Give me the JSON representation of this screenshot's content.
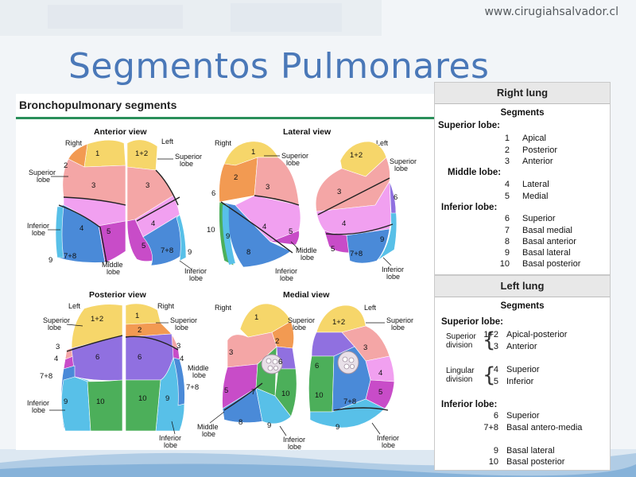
{
  "header": {
    "site_url": "www.cirugiahsalvador.cl",
    "title": "Segmentos Pulmonares"
  },
  "figure": {
    "heading": "Bronchopulmonary segments",
    "views": {
      "anterior": {
        "title": "Anterior view",
        "labels": {
          "right": "Right",
          "left": "Left",
          "superior_lobe_l1": "Superior",
          "superior_lobe_l2": "lobe",
          "superior_lobe_r1": "Superior",
          "superior_lobe_r2": "lobe",
          "inferior_lobe_l1": "Inferior",
          "inferior_lobe_l2": "lobe",
          "middle_lobe_1": "Middle",
          "middle_lobe_2": "lobe",
          "inferior_lobe_r1": "Inferior",
          "inferior_lobe_r2": "lobe"
        },
        "segments": [
          "1",
          "2",
          "3",
          "4",
          "5",
          "7+8",
          "9",
          "1+2",
          "3",
          "4",
          "5",
          "7+8",
          "9"
        ]
      },
      "lateral": {
        "title": "Lateral view",
        "labels": {
          "right": "Right",
          "left": "Left",
          "superior_1": "Superior",
          "superior_2": "lobe",
          "superior_r1": "Superior",
          "superior_r2": "lobe",
          "middle_1": "Middle",
          "middle_2": "lobe",
          "inferior_1": "Inferior",
          "inferior_2": "lobe",
          "inferior_r1": "Inferior",
          "inferior_r2": "lobe"
        },
        "segments": [
          "1",
          "2",
          "3",
          "4",
          "5",
          "6",
          "8",
          "9",
          "10",
          "1+2",
          "3",
          "4",
          "5",
          "6",
          "7+8",
          "9"
        ]
      },
      "posterior": {
        "title": "Posterior view",
        "labels": {
          "left": "Left",
          "right": "Right",
          "superior_1": "Superior",
          "superior_2": "lobe",
          "superior_r1": "Superior",
          "superior_r2": "lobe",
          "middle_1": "Middle",
          "middle_2": "lobe",
          "inferior_1": "Inferior",
          "inferior_2": "lobe",
          "inferior_r1": "Inferior",
          "inferior_r2": "lobe"
        },
        "segments": [
          "1+2",
          "3",
          "4",
          "6",
          "7+8",
          "9",
          "10",
          "1",
          "2",
          "3",
          "4",
          "6",
          "7+8",
          "9",
          "10"
        ]
      },
      "medial": {
        "title": "Medial view",
        "labels": {
          "right": "Right",
          "left": "Left",
          "superior_1": "Superior",
          "superior_2": "lobe",
          "superior_r1": "Superior",
          "superior_r2": "lobe",
          "middle_1": "Middle",
          "middle_2": "lobe",
          "inferior_1": "Inferior",
          "inferior_2": "lobe",
          "inferior_r1": "Inferior",
          "inferior_r2": "lobe"
        },
        "segments": [
          "1",
          "2",
          "3",
          "5",
          "6",
          "7",
          "8",
          "9",
          "10",
          "1+2",
          "3",
          "4",
          "5",
          "6",
          "7+8",
          "9",
          "10"
        ]
      }
    }
  },
  "right_lung_table": {
    "header": "Right lung",
    "segments_title": "Segments",
    "superior_lobe": "Superior lobe:",
    "middle_lobe": "Middle lobe:",
    "inferior_lobe": "Inferior lobe:",
    "rows": [
      {
        "n": "1",
        "name": "Apical"
      },
      {
        "n": "2",
        "name": "Posterior"
      },
      {
        "n": "3",
        "name": "Anterior"
      },
      {
        "n": "4",
        "name": "Lateral"
      },
      {
        "n": "5",
        "name": "Medial"
      },
      {
        "n": "6",
        "name": "Superior"
      },
      {
        "n": "7",
        "name": "Basal medial"
      },
      {
        "n": "8",
        "name": "Basal anterior"
      },
      {
        "n": "9",
        "name": "Basal lateral"
      },
      {
        "n": "10",
        "name": "Basal posterior"
      }
    ]
  },
  "left_lung_table": {
    "header": "Left lung",
    "segments_title": "Segments",
    "superior_lobe": "Superior lobe:",
    "superior_division_1": "Superior",
    "superior_division_2": "division",
    "lingular_division_1": "Lingular",
    "lingular_division_2": "division",
    "inferior_lobe": "Inferior lobe:",
    "rows": [
      {
        "n": "1+2",
        "name": "Apical-posterior"
      },
      {
        "n": "3",
        "name": "Anterior"
      },
      {
        "n": "4",
        "name": "Superior"
      },
      {
        "n": "5",
        "name": "Inferior"
      },
      {
        "n": "6",
        "name": "Superior"
      },
      {
        "n": "7+8",
        "name": "Basal antero-media"
      },
      {
        "n": "9",
        "name": "Basal lateral"
      },
      {
        "n": "10",
        "name": "Basal posterior"
      }
    ]
  },
  "colors": {
    "title": "#4a78b8",
    "rule": "#2a8f5a",
    "apical": "#f6d66a",
    "posterior": "#f29a52",
    "anterior": "#f4a6a6",
    "lateral_medial": "#f1a0f0",
    "medial5": "#c84cc8",
    "superior6": "#9070e0",
    "basal_anterior8": "#4a8ad8",
    "basal_lateral9": "#58c0e8",
    "basal_posterior10": "#4caf5a"
  }
}
